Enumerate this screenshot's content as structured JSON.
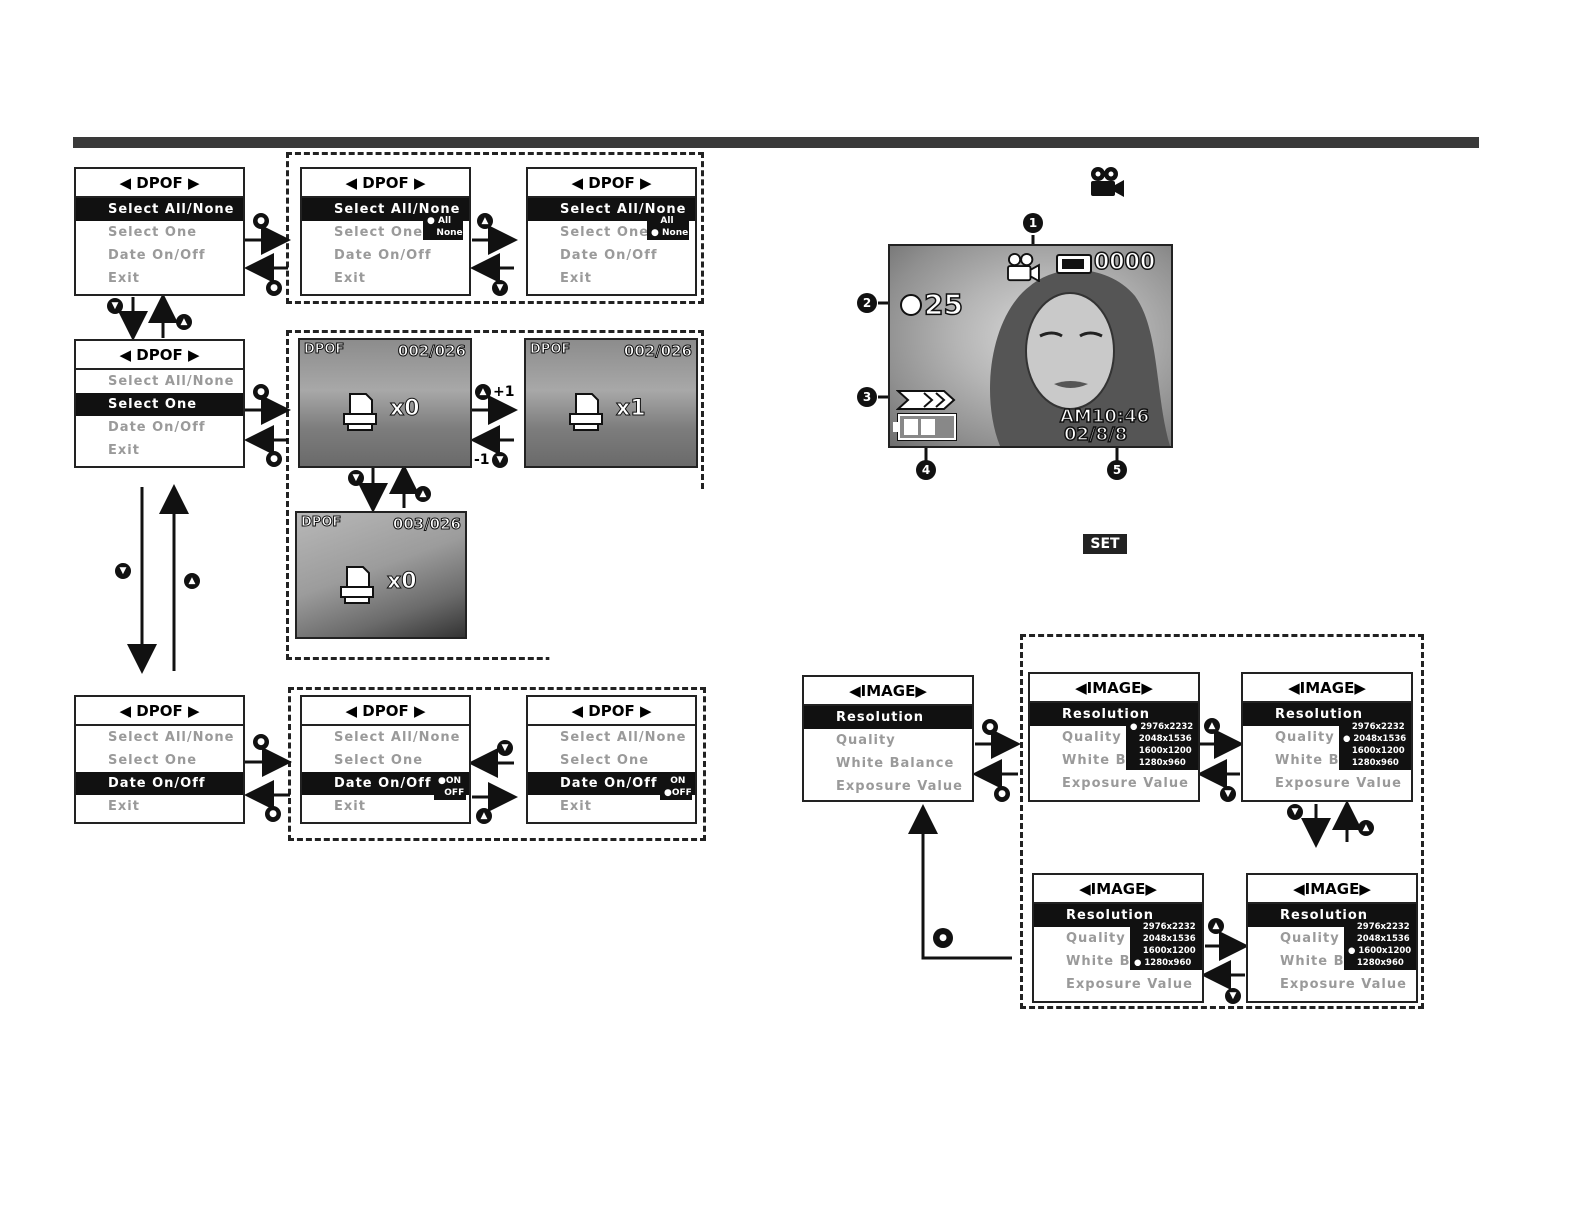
{
  "dpof": {
    "title": "DPOF",
    "items": [
      "Select All/None",
      "Select One",
      "Date On/Off",
      "Exit"
    ],
    "opts_all_none": [
      "All",
      "None"
    ],
    "opts_on_off": [
      "ON",
      "OFF"
    ]
  },
  "photos": [
    {
      "label": "DPOF",
      "counter": "002/026",
      "mult": "x0"
    },
    {
      "label": "DPOF",
      "counter": "002/026",
      "mult": "x1"
    },
    {
      "label": "DPOF",
      "counter": "003/026",
      "mult": "x0"
    }
  ],
  "step_labels": {
    "plus_one": "+1",
    "minus_one": "-1"
  },
  "lcd": {
    "shots": "25",
    "counter": "0000",
    "time": "AM10:46",
    "date": "02/8/8"
  },
  "callouts": [
    "1",
    "2",
    "3",
    "4",
    "5"
  ],
  "set_badge": "SET",
  "image_menu": {
    "title": "IMAGE",
    "items": [
      "Resolution",
      "Quality",
      "White Balance",
      "Exposure Value"
    ],
    "short_items": [
      "Resolution",
      "Quality",
      "White Ba",
      "Exposure Value"
    ],
    "resolutions": [
      "2976x2232",
      "2048x1536",
      "1600x1200",
      "1280x960"
    ]
  }
}
